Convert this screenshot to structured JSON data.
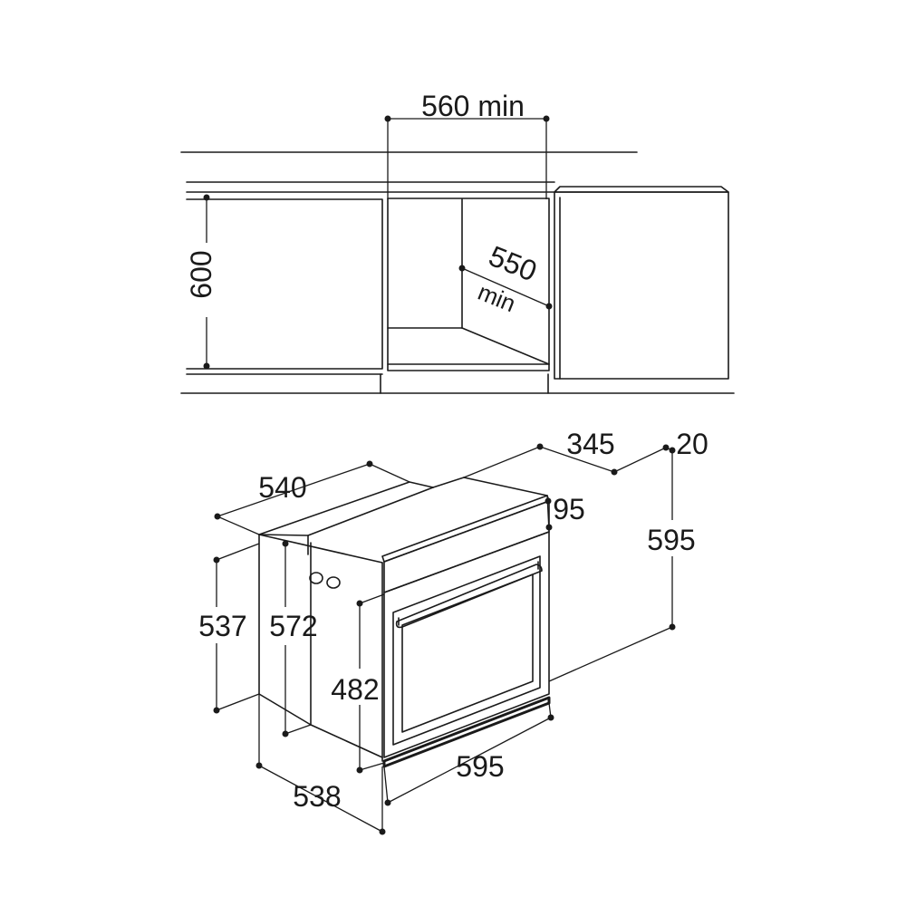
{
  "niche": {
    "width_label": "560 min",
    "height_label": "600",
    "depth_label": "550",
    "depth_suffix": "min"
  },
  "oven": {
    "top_depth_label": "540",
    "rear_depth_label": "345",
    "rear_offset_label": "20",
    "front_offset_label": "95",
    "total_height_label": "595",
    "side_height_label": "537",
    "inner_height_label": "572",
    "door_height_label": "482",
    "front_width_label": "595",
    "base_depth_label": "538"
  }
}
